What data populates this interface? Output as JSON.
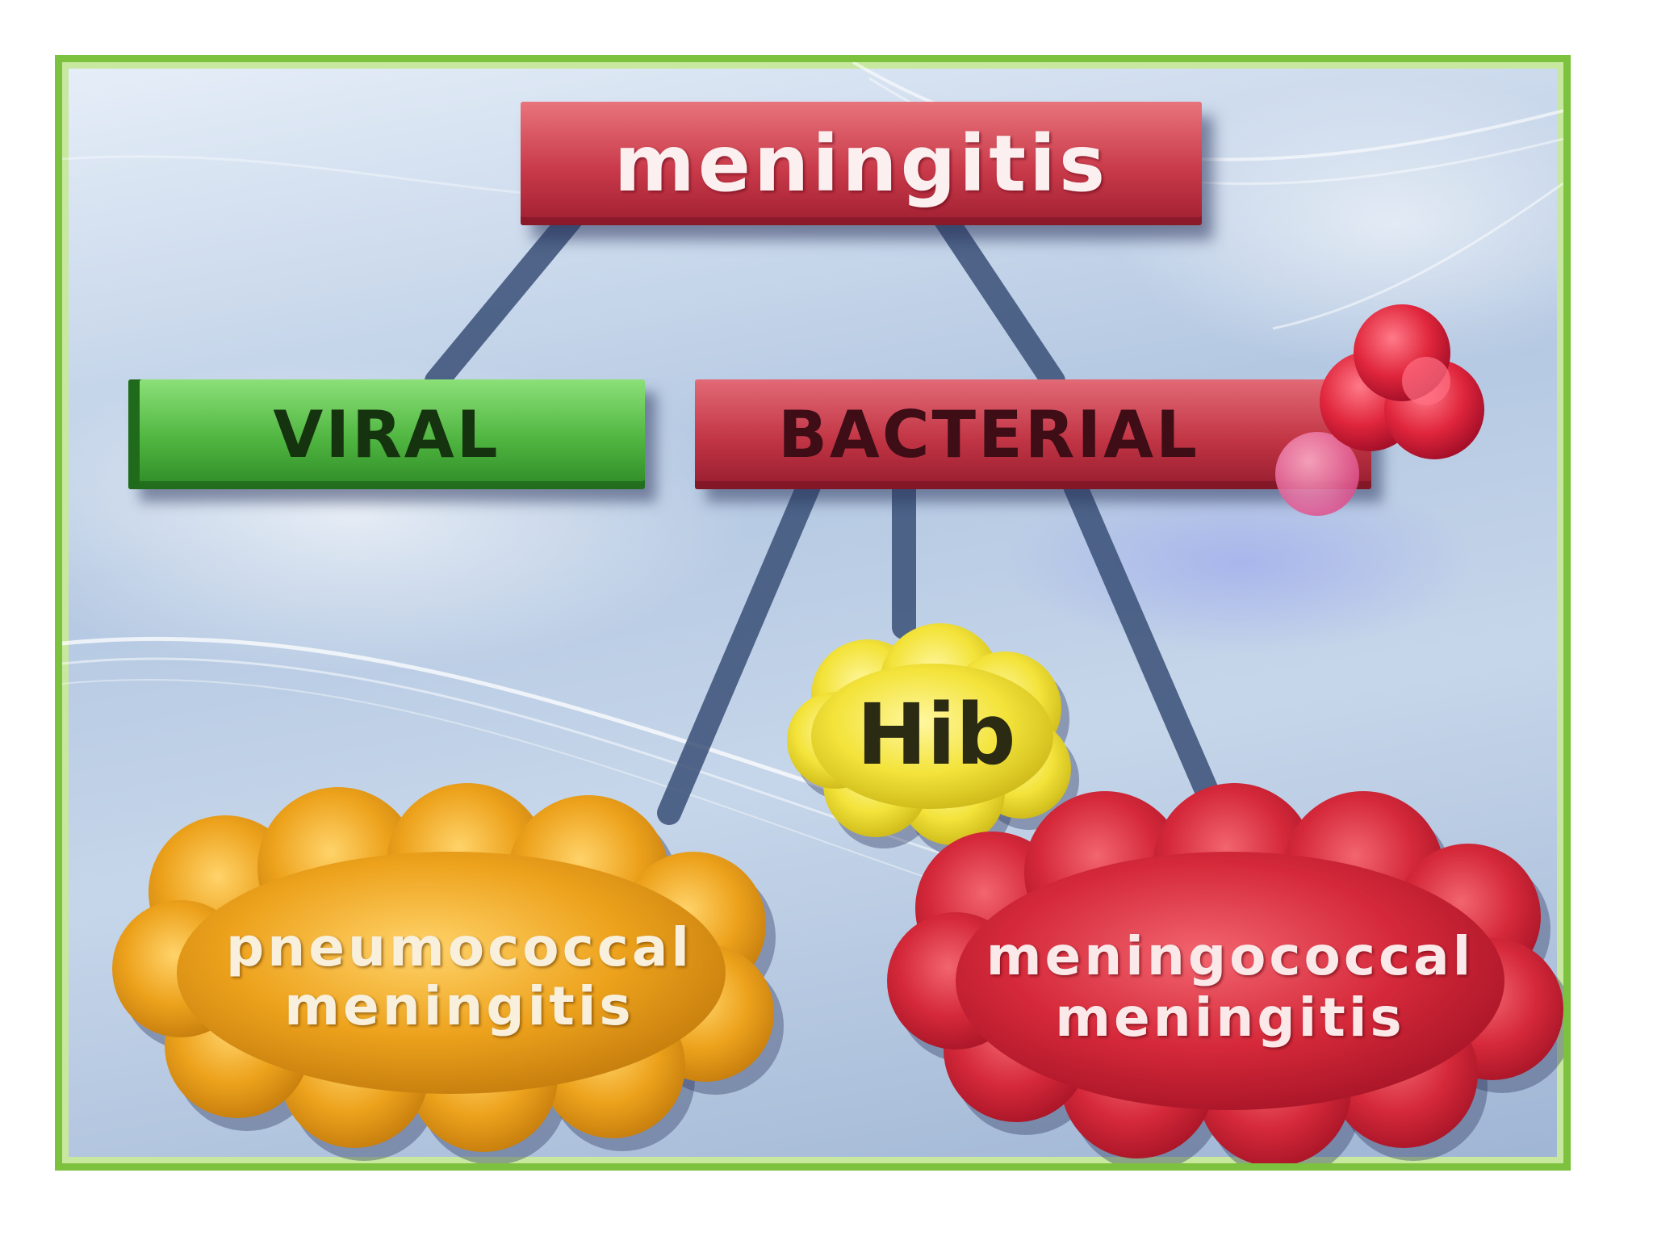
{
  "diagram": {
    "frame_color": "#7cc23e",
    "nodes": {
      "root": {
        "label": "meningitis",
        "color": "#c93a4a"
      },
      "viral": {
        "label": "VIRAL",
        "color": "#4fb540"
      },
      "bacterial": {
        "label": "BACTERIAL",
        "color": "#c23545"
      },
      "hib": {
        "label": "Hib",
        "color": "#f3e33a"
      },
      "pneumococcal": {
        "label": "pneumococcal\nmeningitis",
        "color": "#eda21c"
      },
      "meningococcal": {
        "label": "meningococcal\nmeningitis",
        "color": "#d5293a"
      }
    },
    "edges": [
      {
        "from": "root",
        "to": "viral"
      },
      {
        "from": "root",
        "to": "bacterial"
      },
      {
        "from": "bacterial",
        "to": "pneumococcal"
      },
      {
        "from": "bacterial",
        "to": "hib"
      },
      {
        "from": "bacterial",
        "to": "meningococcal"
      }
    ],
    "connector_color": "#3a5077",
    "decoration": "bacteria-cells-icon"
  }
}
